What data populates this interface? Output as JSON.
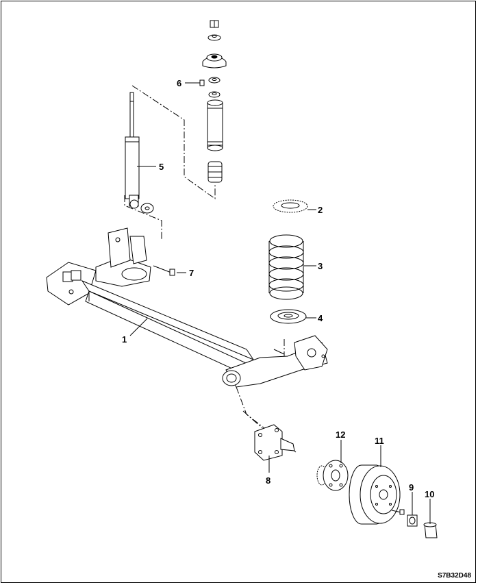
{
  "callouts": {
    "c1": "1",
    "c2": "2",
    "c3": "3",
    "c4": "4",
    "c5": "5",
    "c6": "6",
    "c7": "7",
    "c8": "8",
    "c9": "9",
    "c10": "10",
    "c11": "11",
    "c12": "12"
  },
  "figure_code": "S7B32D48",
  "colors": {
    "line": "#000000",
    "background": "#ffffff"
  }
}
